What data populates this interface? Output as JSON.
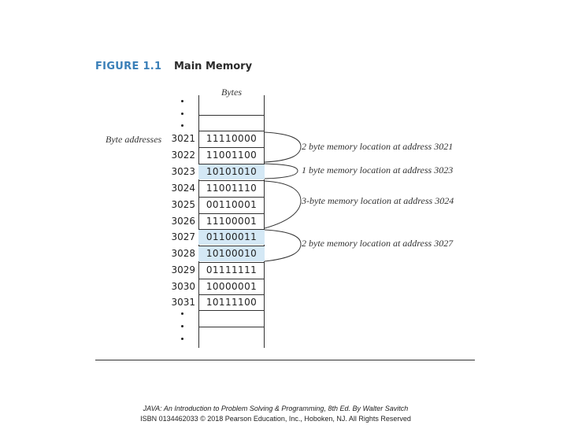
{
  "figure": {
    "label": "FIGURE 1.1",
    "title": "Main Memory",
    "bytes_header": "Bytes",
    "byte_addresses_label": "Byte addresses"
  },
  "rows": [
    {
      "address": "3021",
      "bits": "11110000",
      "highlight": false
    },
    {
      "address": "3022",
      "bits": "11001100",
      "highlight": false
    },
    {
      "address": "3023",
      "bits": "10101010",
      "highlight": true
    },
    {
      "address": "3024",
      "bits": "11001110",
      "highlight": false
    },
    {
      "address": "3025",
      "bits": "00110001",
      "highlight": false
    },
    {
      "address": "3026",
      "bits": "11100001",
      "highlight": false
    },
    {
      "address": "3027",
      "bits": "01100011",
      "highlight": true
    },
    {
      "address": "3028",
      "bits": "10100010",
      "highlight": true
    },
    {
      "address": "3029",
      "bits": "01111111",
      "highlight": false
    },
    {
      "address": "3030",
      "bits": "10000001",
      "highlight": false
    },
    {
      "address": "3031",
      "bits": "10111100",
      "highlight": false
    }
  ],
  "callouts": [
    {
      "text": "2 byte memory location at address 3021"
    },
    {
      "text": "1 byte memory location at address 3023"
    },
    {
      "text": "3-byte memory location at address 3024"
    },
    {
      "text": "2 byte memory location at address 3027"
    }
  ],
  "footer": {
    "line1": "JAVA: An Introduction to Problem Solving & Programming, 8th Ed. By Walter Savitch",
    "line2": "ISBN 0134462033 © 2018 Pearson Education, Inc., Hoboken, NJ. All Rights Reserved"
  },
  "colors": {
    "figure_label": "#3a7fb8",
    "highlight": "#d4e8f5"
  }
}
